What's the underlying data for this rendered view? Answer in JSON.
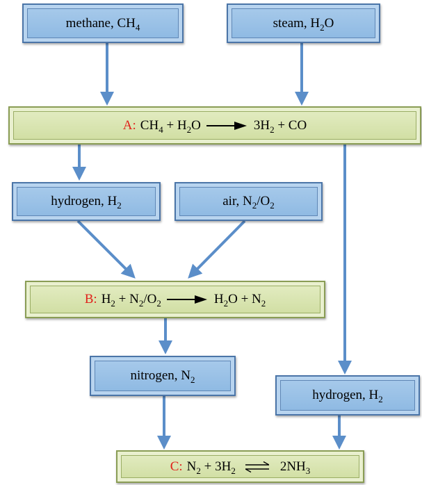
{
  "inputs": {
    "methane": {
      "name": "methane, CH",
      "sub": "4"
    },
    "steam": {
      "name": "steam, H",
      "sub": "2",
      "tail": "O"
    },
    "hydrogen_left": {
      "name": "hydrogen, H",
      "sub": "2"
    },
    "air": {
      "name": "air, N",
      "sub1": "2",
      "mid": "/O",
      "sub2": "2"
    },
    "nitrogen": {
      "name": "nitrogen, N",
      "sub": "2"
    },
    "hydrogen_right": {
      "name": "hydrogen, H",
      "sub": "2"
    }
  },
  "reactions": {
    "A": {
      "label": "A:",
      "lhs": {
        "t1": "CH",
        "s1": "4",
        "t2": " + H",
        "s2": "2",
        "t3": "O"
      },
      "rhs": {
        "t1": "3H",
        "s1": "2",
        "t2": " + CO"
      }
    },
    "B": {
      "label": "B:",
      "lhs": {
        "t1": "H",
        "s1": "2",
        "t2": " + N",
        "s2": "2",
        "t3": "/O",
        "s3": "2"
      },
      "rhs": {
        "t1": "H",
        "s1": "2",
        "t2": "O + N",
        "s2": "2"
      }
    },
    "C": {
      "label": "C:",
      "lhs": {
        "t1": "N",
        "s1": "2",
        "t2": " + 3H",
        "s2": "2"
      },
      "rhs": {
        "t1": "2NH",
        "s1": "3"
      }
    }
  },
  "colors": {
    "arrow": "#5b8ec9",
    "input_fill": "#9dc3e8",
    "reaction_fill": "#d8e4b0",
    "reaction_label": "#e0201a"
  }
}
